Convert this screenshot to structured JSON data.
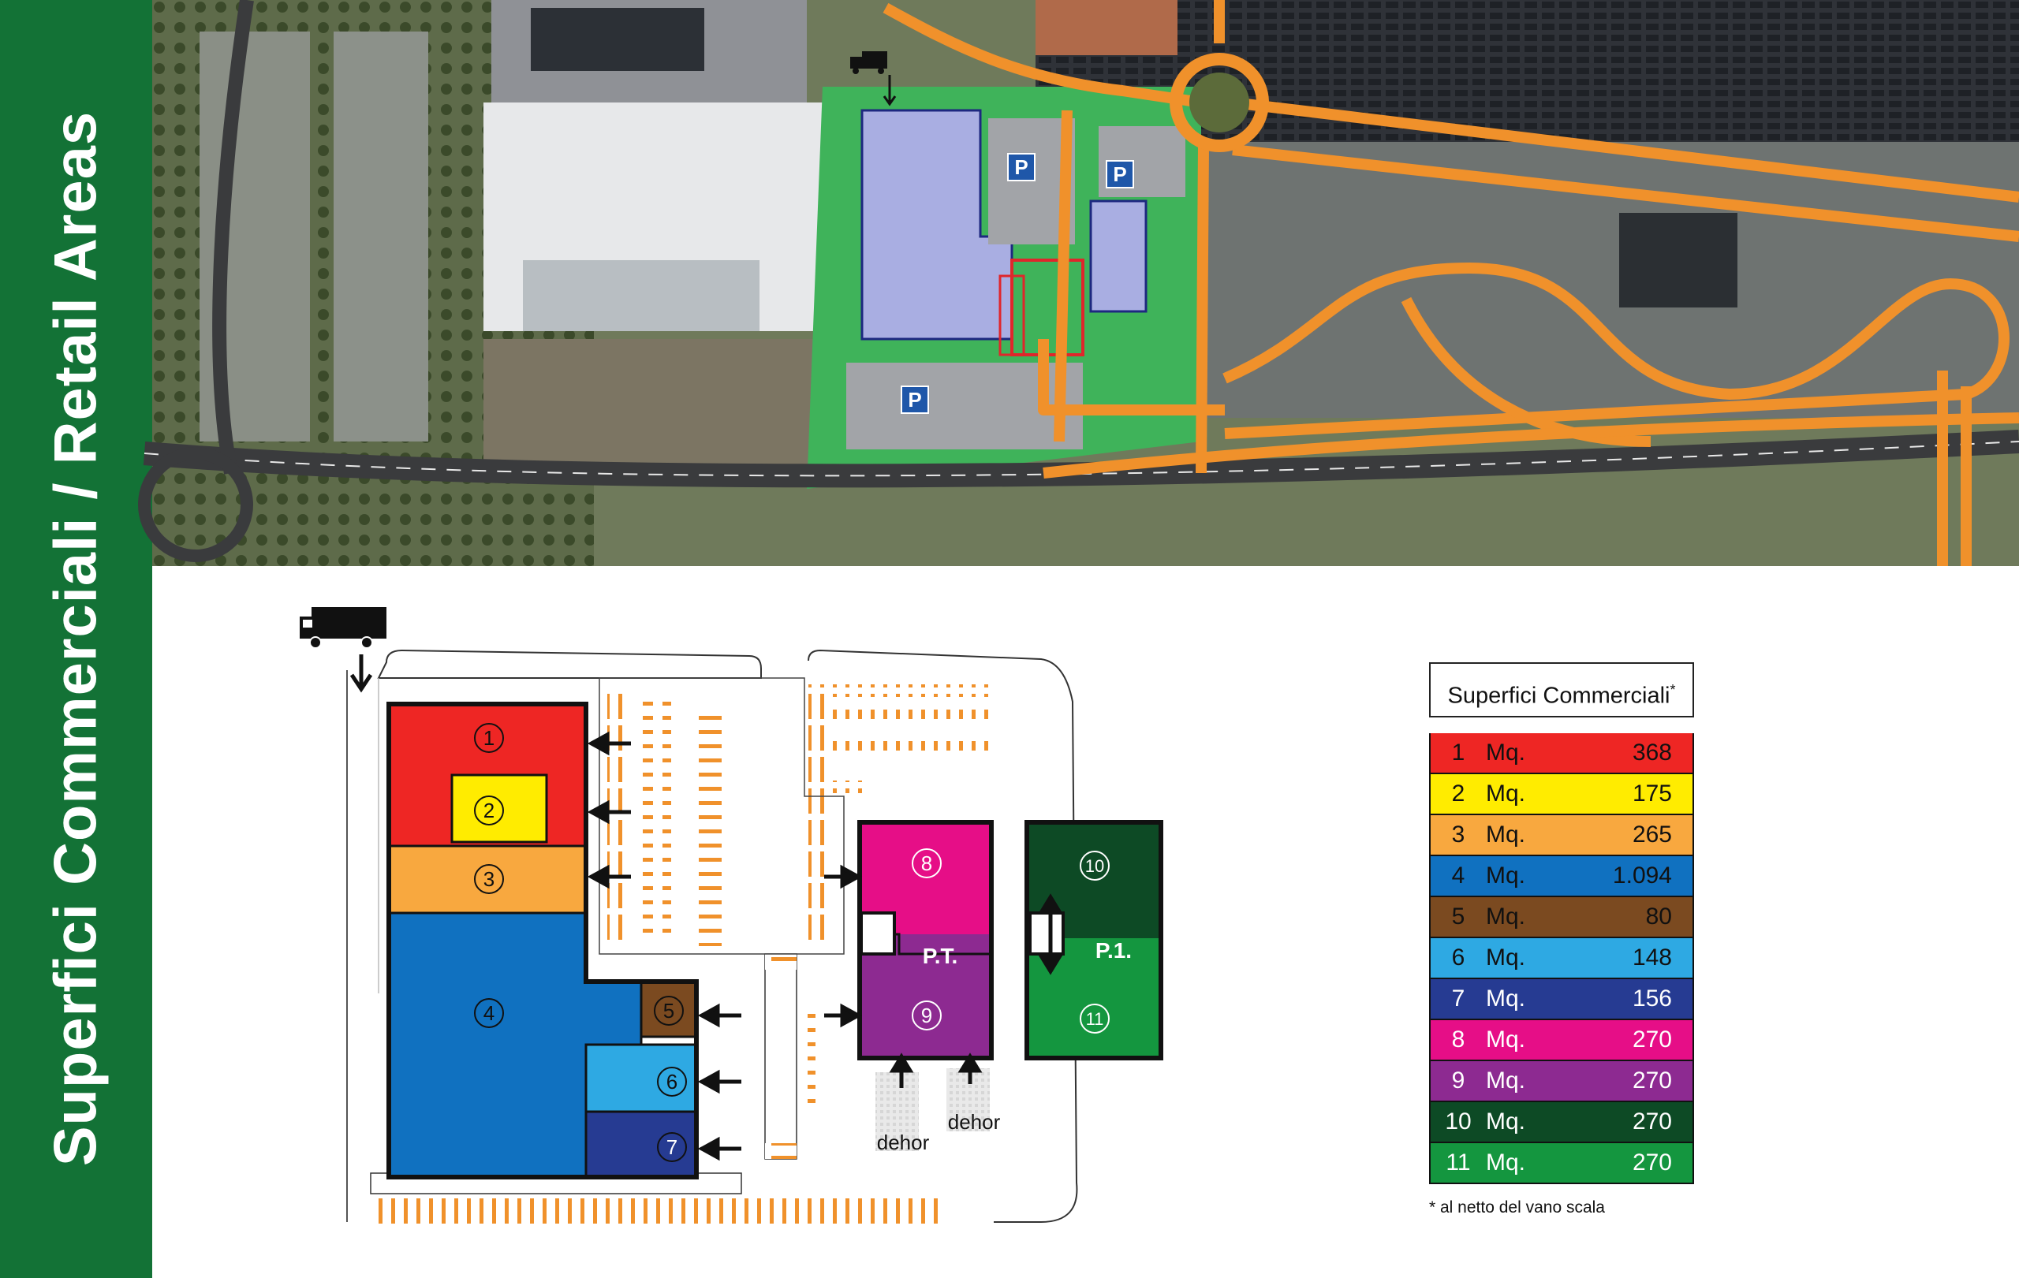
{
  "sidebar": {
    "title": "Superfici Commerciali /  Retail Areas"
  },
  "aerial": {
    "parking_label": "P",
    "colors": {
      "road": "#f0912b",
      "site": "#3fb35a",
      "building": "#a9aee2",
      "highlight": "#e0262b"
    }
  },
  "plan": {
    "units": [
      {
        "num": "1",
        "color": "#ee2624"
      },
      {
        "num": "2",
        "color": "#ffec00"
      },
      {
        "num": "3",
        "color": "#f8a83f"
      },
      {
        "num": "4",
        "color": "#1071c0"
      },
      {
        "num": "5",
        "color": "#7b4a20"
      },
      {
        "num": "6",
        "color": "#2ea9e3"
      },
      {
        "num": "7",
        "color": "#263b92"
      },
      {
        "num": "8",
        "color": "#e60e87"
      },
      {
        "num": "9",
        "color": "#8d2a91"
      },
      {
        "num": "10",
        "color": "#0d4a25"
      },
      {
        "num": "11",
        "color": "#14963f"
      }
    ],
    "floor_labels": {
      "ground": "P.T.",
      "first": "P.1."
    },
    "dehor_label": "dehor"
  },
  "legend": {
    "title": "Superfici Commerciali",
    "title_mark": "*",
    "unit": "Mq.",
    "rows": [
      {
        "num": "1",
        "value": "368",
        "color": "#ee2624"
      },
      {
        "num": "2",
        "value": "175",
        "color": "#ffec00"
      },
      {
        "num": "3",
        "value": "265",
        "color": "#f8a83f"
      },
      {
        "num": "4",
        "value": "1.094",
        "color": "#1071c0"
      },
      {
        "num": "5",
        "value": "80",
        "color": "#7b4a20"
      },
      {
        "num": "6",
        "value": "148",
        "color": "#2ea9e3"
      },
      {
        "num": "7",
        "value": "156",
        "color": "#263b92"
      },
      {
        "num": "8",
        "value": "270",
        "color": "#e60e87"
      },
      {
        "num": "9",
        "value": "270",
        "color": "#8d2a91"
      },
      {
        "num": "10",
        "value": "270",
        "color": "#0d4a25"
      },
      {
        "num": "11",
        "value": "270",
        "color": "#14963f"
      }
    ],
    "note": "* al netto del vano scala"
  }
}
